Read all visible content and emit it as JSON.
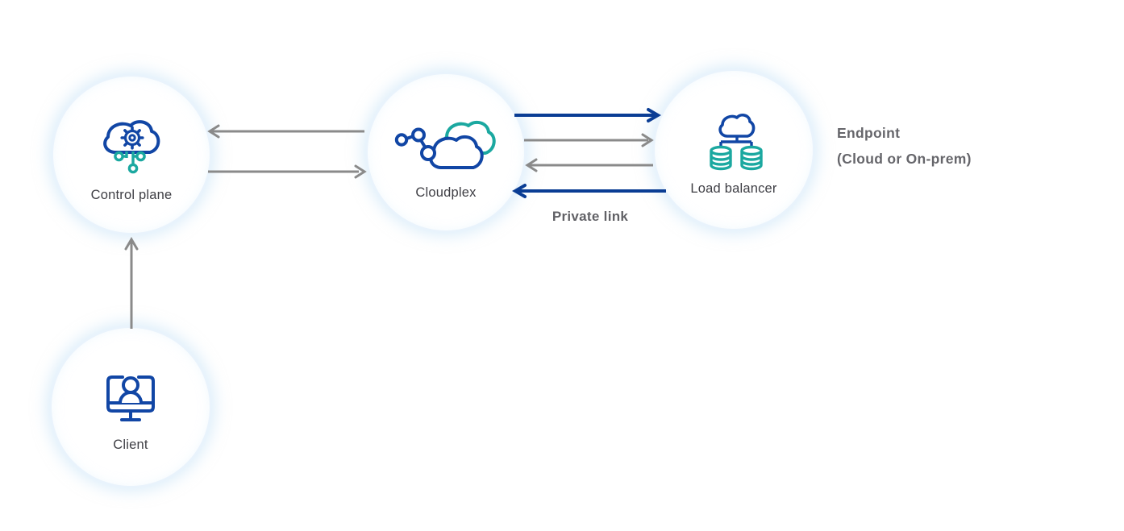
{
  "diagram": {
    "nodes": [
      {
        "id": "control-plane",
        "label": "Control plane",
        "icon": "cloud-gear-icon"
      },
      {
        "id": "cloudplex",
        "label": "Cloudplex",
        "icon": "molecule-clouds-icon"
      },
      {
        "id": "load-balancer",
        "label": "Load balancer",
        "icon": "cloud-databases-icon"
      },
      {
        "id": "client",
        "label": "Client",
        "icon": "monitor-user-icon"
      }
    ],
    "annotations": {
      "private_link": "Private link",
      "endpoint_line1": "Endpoint",
      "endpoint_line2": "(Cloud or On-prem)"
    },
    "edges": [
      {
        "from": "cloudplex",
        "to": "control-plane",
        "style": "gray"
      },
      {
        "from": "control-plane",
        "to": "cloudplex",
        "style": "gray"
      },
      {
        "from": "cloudplex",
        "to": "load-balancer",
        "style": "blue"
      },
      {
        "from": "cloudplex",
        "to": "load-balancer",
        "style": "gray"
      },
      {
        "from": "load-balancer",
        "to": "cloudplex",
        "style": "gray"
      },
      {
        "from": "load-balancer",
        "to": "cloudplex",
        "style": "blue",
        "label": "Private link"
      },
      {
        "from": "client",
        "to": "control-plane",
        "style": "gray"
      }
    ],
    "colors": {
      "icon_blue": "#1146a5",
      "arrow_blue": "#0a3d94",
      "teal": "#1ba8a0",
      "arrow_gray": "#8a8a8a",
      "node_label": "#3e3e44",
      "annotation_gray": "#616166",
      "circle_glow": "#dceefb",
      "background": "#ffffff"
    }
  }
}
